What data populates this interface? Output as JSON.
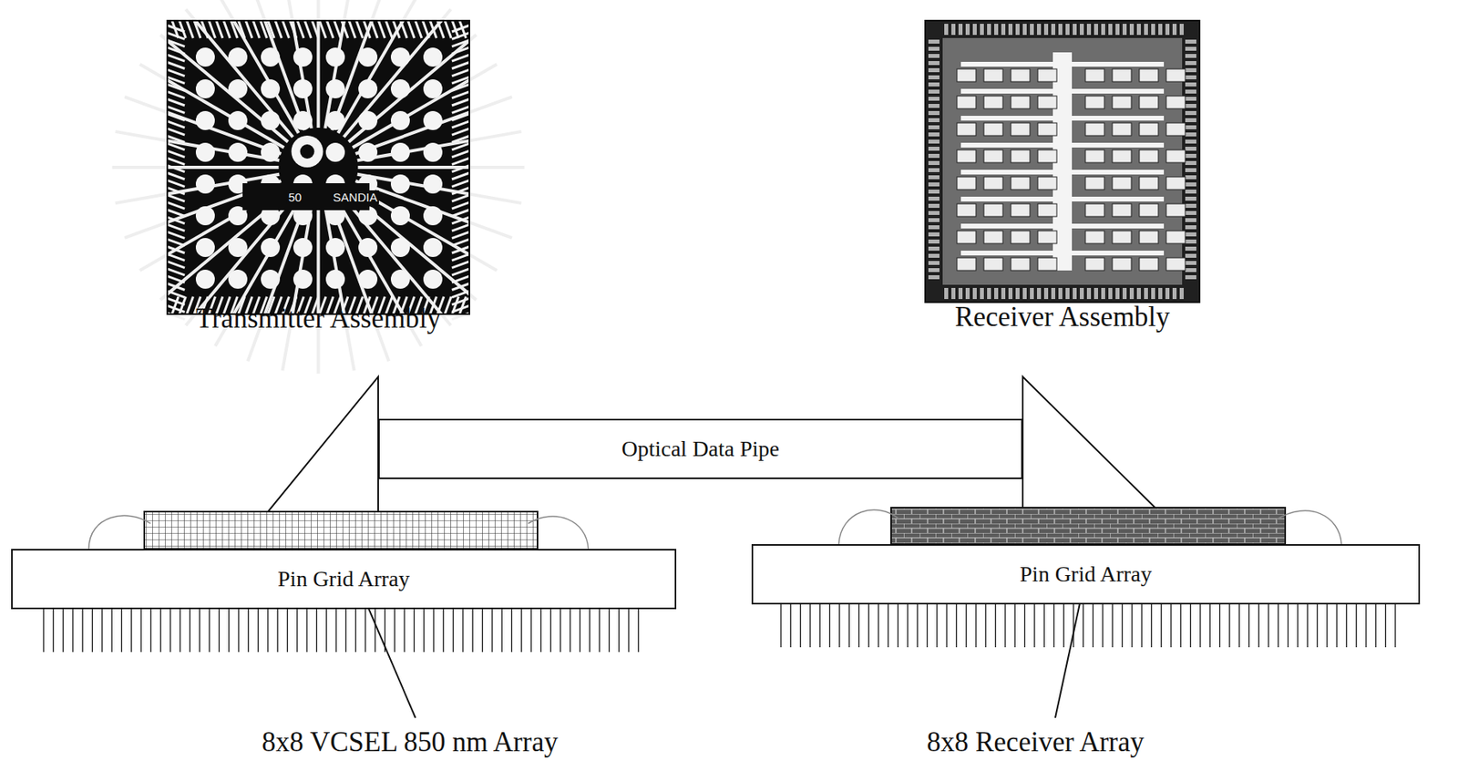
{
  "diagram": {
    "nodes": [
      {
        "text": [
          "Transmitter Assembly"
        ]
      },
      {
        "text": [
          "Receiver Assembly"
        ]
      },
      {
        "text": [
          "Optical Data Pipe"
        ]
      },
      {
        "text": [
          "Pin Grid Array"
        ]
      },
      {
        "text": [
          "Pin Grid Array"
        ]
      }
    ],
    "labels": [
      "50",
      "SANDIA",
      "8x8 VCSEL 850 nm Array",
      "8x8 Receiver Array"
    ]
  }
}
